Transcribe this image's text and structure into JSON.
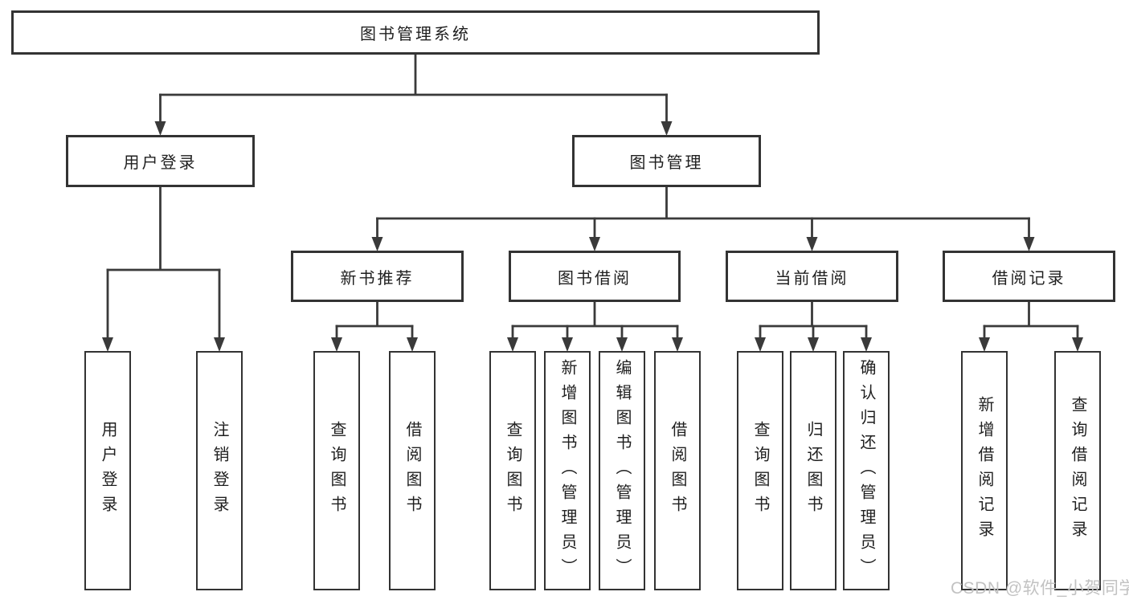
{
  "diagram": {
    "type": "tree",
    "title": "图书管理系统",
    "nodes": {
      "root": "图书管理系统",
      "user_login": "用户登录",
      "book_mgmt": "图书管理",
      "new_book_rec": "新书推荐",
      "book_borrow": "图书借阅",
      "current_borrow": "当前借阅",
      "borrow_records": "借阅记录",
      "user_login_leaf": "用户登录",
      "logout_leaf": "注销登录",
      "nbr_query_books": "查询图书",
      "nbr_borrow_books": "借阅图书",
      "bb_query_books": "查询图书",
      "bb_add_books": "新增图书（管理员）",
      "bb_edit_books": "编辑图书（管理员）",
      "bb_borrow_books": "借阅图书",
      "cb_query_books": "查询图书",
      "cb_return_books": "归还图书",
      "cb_confirm_return": "确认归还（管理员）",
      "br_add_record": "新增借阅记录",
      "br_query_record": "查询借阅记录"
    },
    "tree": {
      "label": "图书管理系统",
      "children": [
        {
          "label": "用户登录",
          "children": [
            {
              "label": "用户登录"
            },
            {
              "label": "注销登录"
            }
          ]
        },
        {
          "label": "图书管理",
          "children": [
            {
              "label": "新书推荐",
              "children": [
                {
                  "label": "查询图书"
                },
                {
                  "label": "借阅图书"
                }
              ]
            },
            {
              "label": "图书借阅",
              "children": [
                {
                  "label": "查询图书"
                },
                {
                  "label": "新增图书（管理员）"
                },
                {
                  "label": "编辑图书（管理员）"
                },
                {
                  "label": "借阅图书"
                }
              ]
            },
            {
              "label": "当前借阅",
              "children": [
                {
                  "label": "查询图书"
                },
                {
                  "label": "归还图书"
                },
                {
                  "label": "确认归还（管理员）"
                }
              ]
            },
            {
              "label": "借阅记录",
              "children": [
                {
                  "label": "新增借阅记录"
                },
                {
                  "label": "查询借阅记录"
                }
              ]
            }
          ]
        }
      ]
    }
  },
  "watermark": {
    "text": "CSDN @软件_小贺同学"
  },
  "colors": {
    "line": "#3a3a3a",
    "box_border": "#333333",
    "text": "#1f1f1f",
    "watermark": "#c2c2c2",
    "background": "#ffffff"
  }
}
